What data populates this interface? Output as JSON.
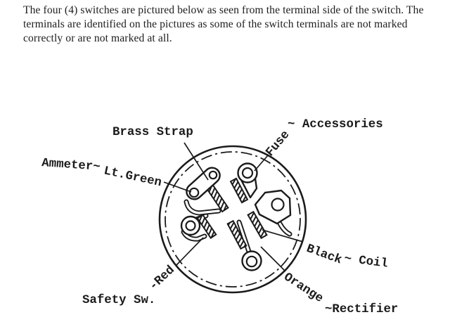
{
  "page": {
    "background": "#ffffff",
    "ink_color": "#1b1b1b"
  },
  "paragraph": {
    "lines": [
      "The four (4) switches are pictured below as seen from the terminal side of the switch. The",
      "terminals are identified on the pictures as some of the switch terminals are not marked",
      "correctly or are not marked at all."
    ]
  },
  "diagram": {
    "description": "switch viewed from terminal side",
    "labels": {
      "brass_strap": "Brass Strap",
      "ammeter": "Ammeter~",
      "lt_green": "Lt.Green",
      "fuse": "Fuse",
      "accessories": "~ Accessories",
      "black": "Black",
      "coil": "~ Coil",
      "orange": "Orange",
      "rectifier": "~Rectifier",
      "safety_sw": "Safety Sw.",
      "red": "-Red"
    }
  }
}
